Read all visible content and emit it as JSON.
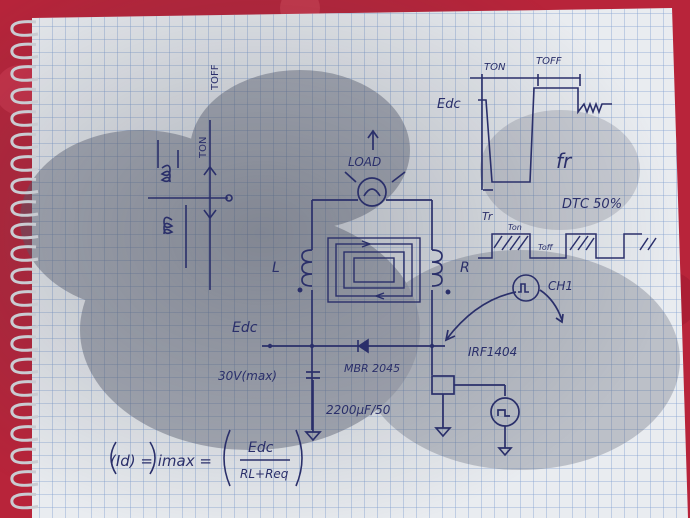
{
  "photo": {
    "colors": {
      "tablecloth": "#b8243a",
      "paper": "#e9ecf0",
      "grid": "#7f9fd0",
      "ink": "#2a2f6a",
      "shadow": "#5a6070",
      "spiral": "#c9ccd2"
    }
  },
  "labels": {
    "toff_side": "TOFF",
    "ton_side": "TON",
    "load": "LOAD",
    "edc_top": "Edc",
    "ton_top": "TON",
    "toff_top": "TOFF",
    "fr": "fr",
    "tr": "Tr",
    "dtc": "DTC 50%",
    "ton_small": "Ton",
    "toff_small": "Toff",
    "l_label": "L",
    "r_label": "R",
    "ch1": "CH1",
    "edc_left": "Edc",
    "voltage": "30V(max)",
    "diode": "MBR 2045",
    "mosfet": "IRF1404",
    "cap": "2200μF/50",
    "formula_lhs": "(Id) = imax =",
    "formula_num": "Edc",
    "formula_den": "RL+Req"
  }
}
